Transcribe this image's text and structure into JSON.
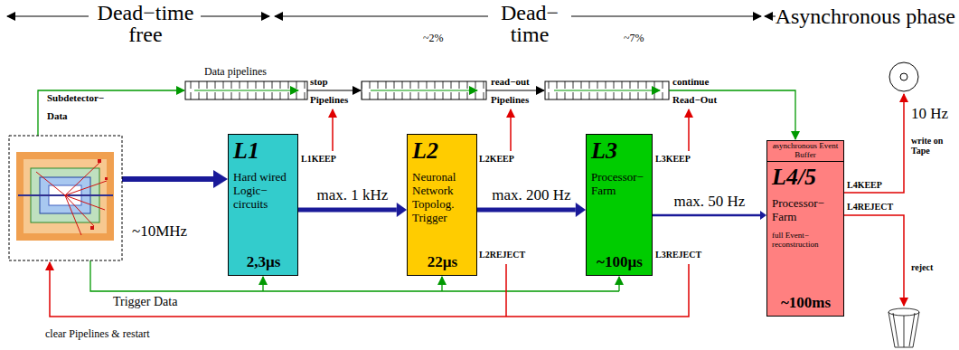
{
  "diagram": {
    "nodes": [
      {
        "text": [
          "L1",
          "Hard wired Logic− circuits",
          "2,3µs"
        ]
      },
      {
        "text": [
          "L2",
          "Neuronal Network Topolog. Trigger",
          "22µs"
        ]
      },
      {
        "text": [
          "L3",
          "Processor− Farm",
          "~100µs"
        ]
      },
      {
        "text": [
          "asynchronous Event Buffer",
          "L4/5",
          "Processor− Farm",
          "full Event− reconstruction",
          "~100ms"
        ]
      }
    ],
    "edges": [
      {
        "from": 0,
        "to": 1,
        "label": "max. 1 kHz",
        "arrow": "to"
      },
      {
        "from": 1,
        "to": 2,
        "label": "max. 200 Hz",
        "arrow": "to"
      },
      {
        "from": 2,
        "to": 3,
        "label": "max. 50 Hz",
        "arrow": "to"
      }
    ],
    "labels": [
      "Dead−time free",
      "~2%",
      "Dead− time",
      "~7%",
      "Asynchronous phase",
      "Data pipelines",
      "Subdetector− Data",
      "stop Pipelines",
      "read−out Pipelines",
      "continue Read−Out",
      "L1KEEP",
      "L2KEEP",
      "L3KEEP",
      "~10MHz",
      "L2REJECT",
      "L3REJECT",
      "L4KEEP",
      "L4REJECT",
      "10 Hz",
      "write on Tape",
      "reject",
      "Trigger Data",
      "clear Pipelines & restart"
    ]
  }
}
